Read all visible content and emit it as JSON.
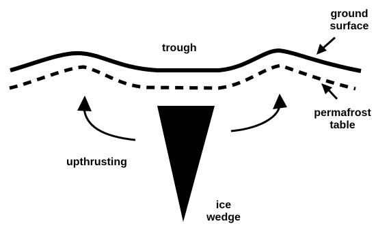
{
  "labels": {
    "trough": "trough",
    "ground_surface_1": "ground",
    "ground_surface_2": "surface",
    "permafrost_table_1": "permafrost",
    "permafrost_table_2": "table",
    "upthrusting": "upthrusting",
    "ice_wedge_1": "ice",
    "ice_wedge_2": "wedge"
  },
  "colors": {
    "ink": "#000000",
    "background": "#ffffff"
  }
}
